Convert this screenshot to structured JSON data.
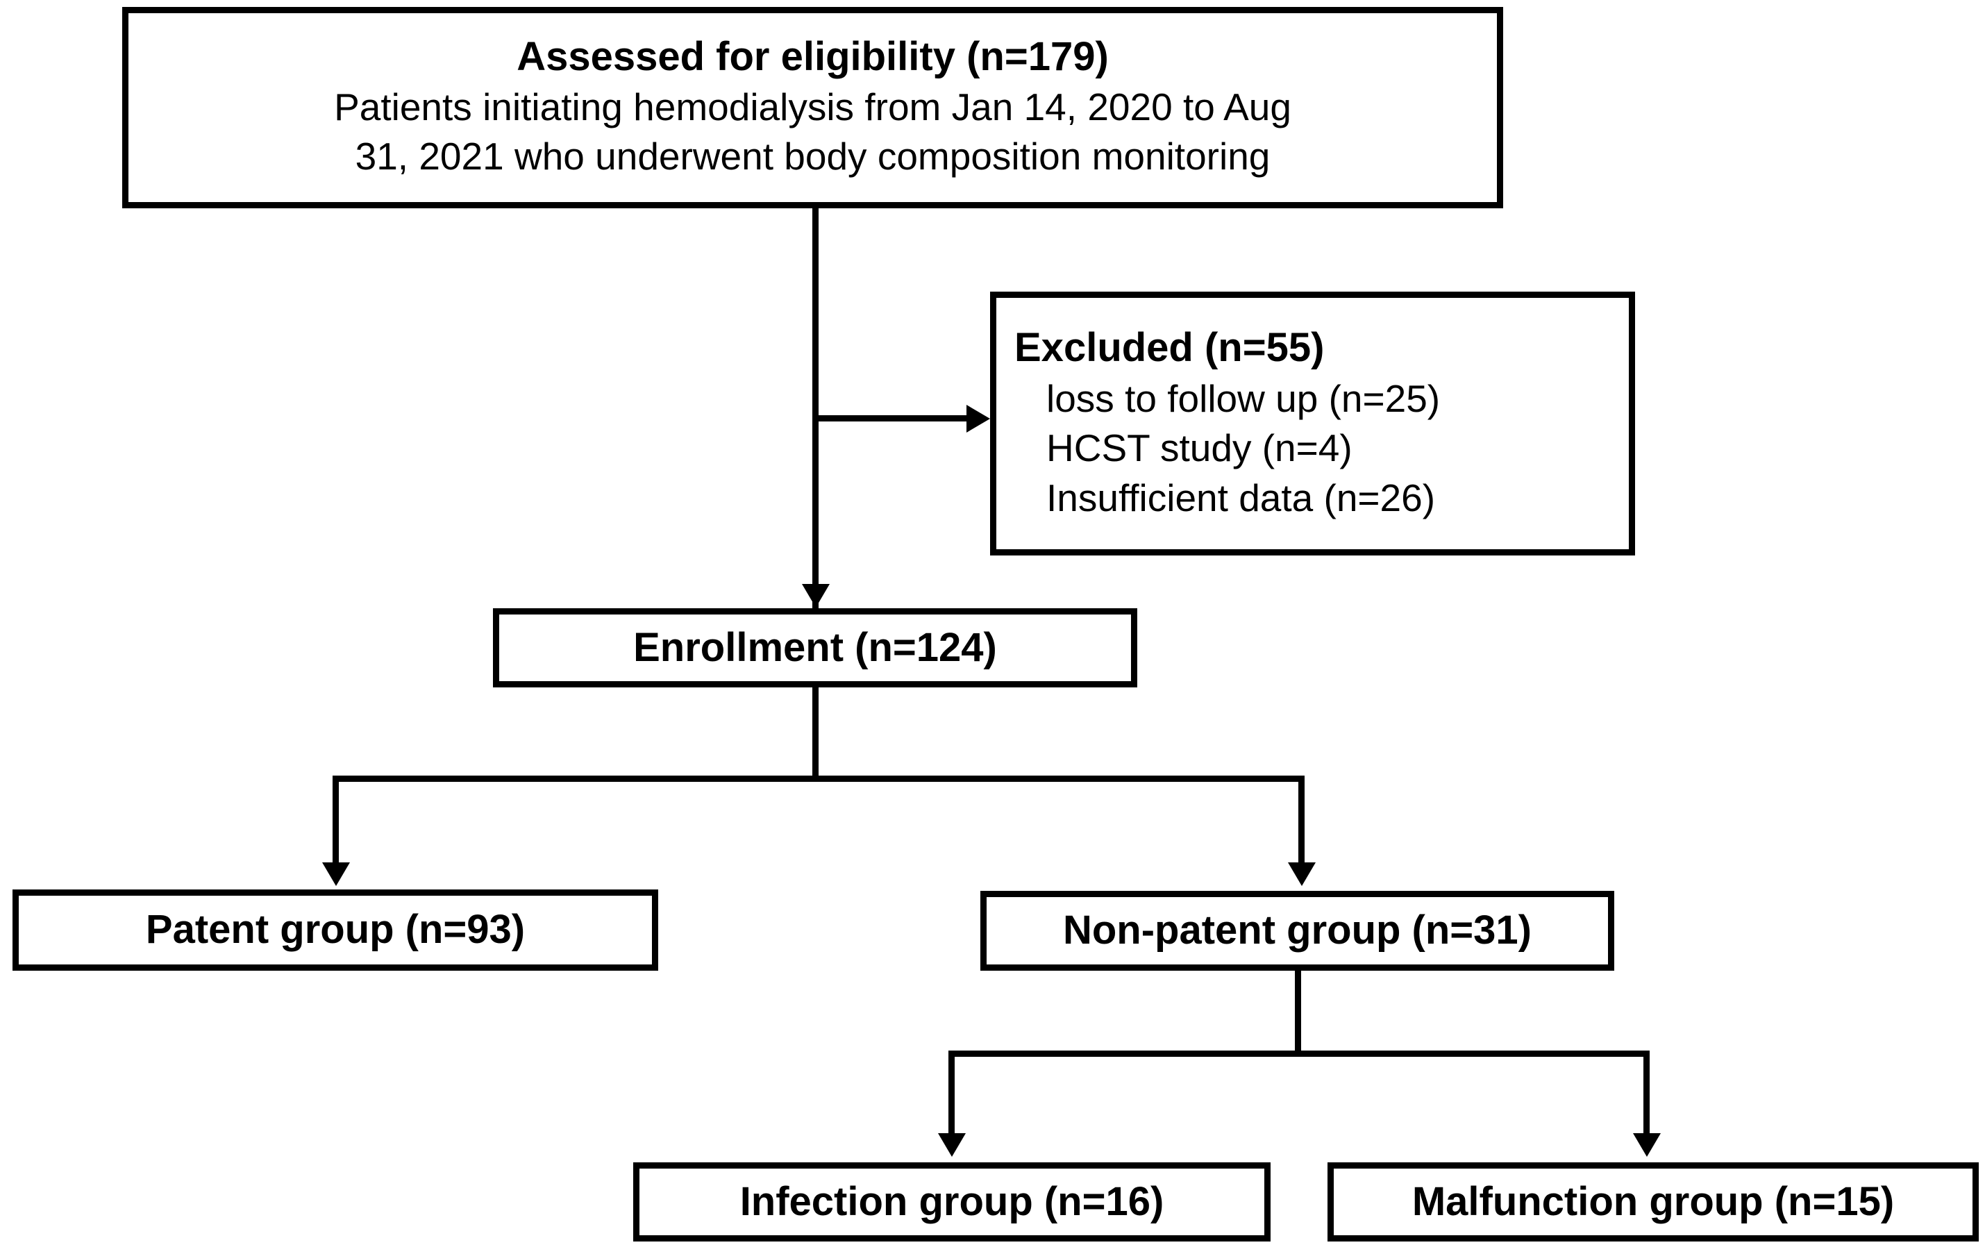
{
  "diagram": {
    "type": "study-flow-diagram",
    "nodes": {
      "assessed": {
        "title": "Assessed for eligibility (n=179)",
        "line1": "Patients initiating hemodialysis from Jan 14, 2020 to Aug",
        "line2": "31, 2021 who underwent body composition monitoring",
        "n": 179
      },
      "excluded": {
        "title": "Excluded (n=55)",
        "reasons": [
          "loss to follow up (n=25)",
          "HCST study (n=4)",
          "Insufficient data (n=26)"
        ],
        "n": 55
      },
      "enrollment": {
        "title": "Enrollment (n=124)",
        "n": 124
      },
      "patent": {
        "title": "Patent group (n=93)",
        "n": 93
      },
      "nonpatent": {
        "title": "Non-patent group (n=31)",
        "n": 31
      },
      "infection": {
        "title": "Infection group (n=16)",
        "n": 16
      },
      "malfunction": {
        "title": "Malfunction group (n=15)",
        "n": 15
      }
    },
    "colors": {
      "line": "#000000",
      "background": "#ffffff",
      "text": "#000000"
    }
  }
}
